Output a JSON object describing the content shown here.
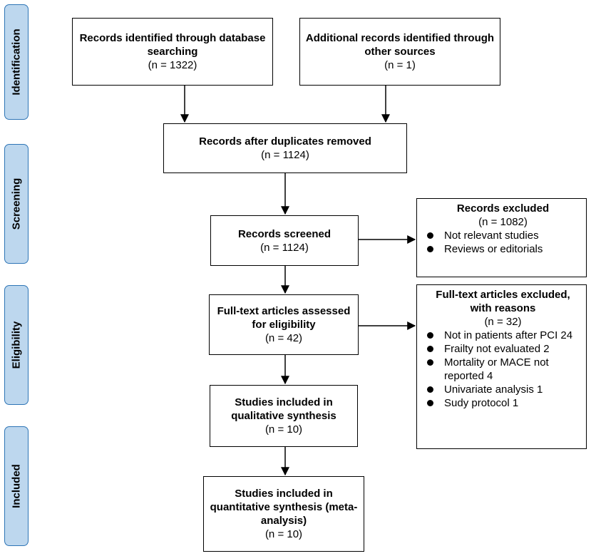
{
  "phases": {
    "identification": "Identification",
    "screening": "Screening",
    "eligibility": "Eligibility",
    "included": "Included"
  },
  "boxes": {
    "db_search": {
      "title": "Records identified through database searching",
      "count": "(n = 1322)"
    },
    "other_sources": {
      "title": "Additional records identified through other sources",
      "count": "(n = 1)"
    },
    "duplicates_removed": {
      "title": "Records after duplicates removed",
      "count": "(n = 1124)"
    },
    "screened": {
      "title": "Records screened",
      "count": "(n = 1124)"
    },
    "fulltext_assessed": {
      "title": "Full-text articles assessed for eligibility",
      "count": "(n = 42)"
    },
    "qualitative": {
      "title": "Studies included in qualitative synthesis",
      "count": "(n = 10)"
    },
    "quantitative": {
      "title": "Studies included in quantitative synthesis (meta-analysis)",
      "count": "(n = 10)"
    }
  },
  "exclusions": {
    "records_excluded": {
      "title": "Records excluded",
      "count": "(n = 1082)",
      "items": [
        "Not relevant studies",
        "Reviews or editorials"
      ]
    },
    "fulltext_excluded": {
      "title": "Full-text articles excluded, with reasons",
      "count": "(n = 32)",
      "items": [
        "Not in patients after PCI 24",
        "Frailty not evaluated 2",
        "Mortality or MACE not reported 4",
        "Univariate analysis 1",
        "Sudy protocol 1"
      ]
    }
  }
}
